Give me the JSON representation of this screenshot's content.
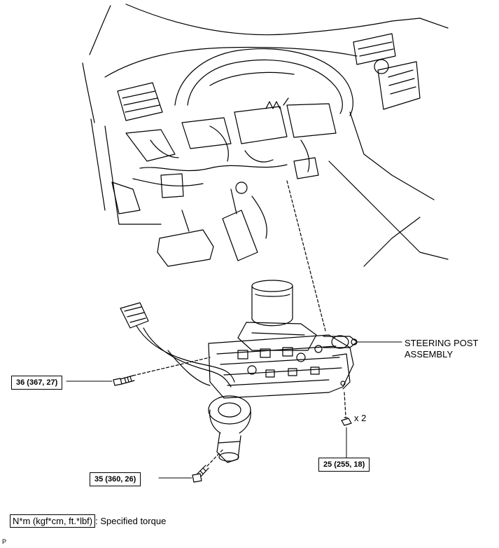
{
  "callouts": {
    "bolt_36": "36 (367, 27)",
    "bolt_35": "35 (360, 26)",
    "nut_25": "25 (255, 18)"
  },
  "labels": {
    "assembly_line1": "STEERING POST",
    "assembly_line2": "ASSEMBLY",
    "quantity": "x 2"
  },
  "legend": {
    "unit": "N*m (kgf*cm, ft.*lbf)",
    "description": ": Specified torque"
  },
  "corner_mark": "P"
}
